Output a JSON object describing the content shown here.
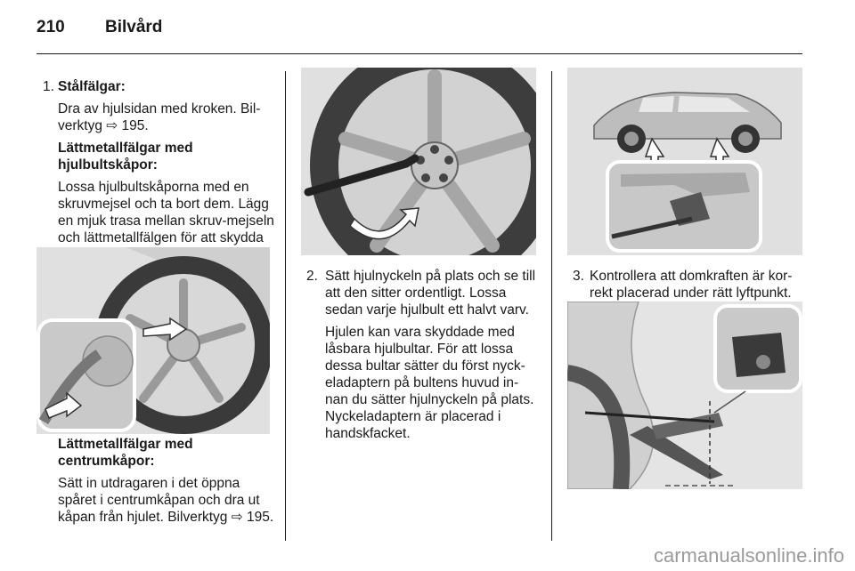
{
  "header": {
    "page_number": "210",
    "section_title": "Bilvård"
  },
  "col1": {
    "step_number": "1.",
    "steel_heading": "Stålfälgar:",
    "steel_text": "Dra av hjulsidan med kroken. Bil-verktyg ⇨ 195.",
    "alloy_bolt_heading": "Lättmetallfälgar med hjulbultskåpor:",
    "alloy_bolt_text": "Lossa hjulbultskåporna med en skruvmejsel och ta bort dem. Lägg en mjuk trasa mellan skruv-mejseln och lättmetallfälgen för att skydda fälgen.",
    "alloy_center_heading": "Lättmetallfälgar med centrumkåpor:",
    "alloy_center_text": "Sätt in utdragaren i det öppna spåret i centrumkåpan och dra ut kåpan från hjulet. Bilverktyg ⇨ 195."
  },
  "col2": {
    "step_number": "2.",
    "step_text": "Sätt hjulnyckeln på plats och se till att den sitter ordentligt. Lossa sedan varje hjulbult ett halvt varv.",
    "locking_text": "Hjulen kan vara skyddade med låsbara hjulbultar. För att lossa dessa bultar sätter du först nyck-eladaptern på bultens huvud in-nan du sätter hjulnyckeln på plats. Nyckeladaptern är placerad i handskfacket."
  },
  "col3": {
    "step_number": "3.",
    "step_text": "Kontrollera att domkraften är kor-rekt placerad under rätt lyftpunkt."
  },
  "footer": {
    "watermark": "carmanualsonline.info"
  }
}
